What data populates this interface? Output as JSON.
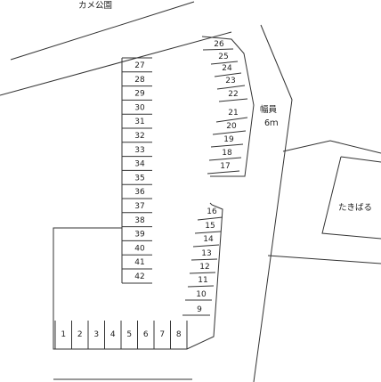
{
  "map": {
    "labels": {
      "park": "カメ公園",
      "road_width_top": "幅員",
      "road_width_bottom": "6ｍ",
      "neighbor_building": "たきばる"
    },
    "spaces": {
      "bottom_row": [
        "1",
        "2",
        "3",
        "4",
        "5",
        "6",
        "7",
        "8"
      ],
      "left_column": [
        "27",
        "28",
        "29",
        "30",
        "31",
        "32",
        "33",
        "34",
        "35",
        "36",
        "37",
        "38",
        "39",
        "40",
        "41",
        "42"
      ],
      "upper_right": [
        "26",
        "25",
        "24",
        "23",
        "22",
        "21",
        "20",
        "19",
        "18",
        "17"
      ],
      "lower_right": [
        "16",
        "15",
        "14",
        "13",
        "12",
        "11",
        "10",
        "9"
      ]
    }
  }
}
